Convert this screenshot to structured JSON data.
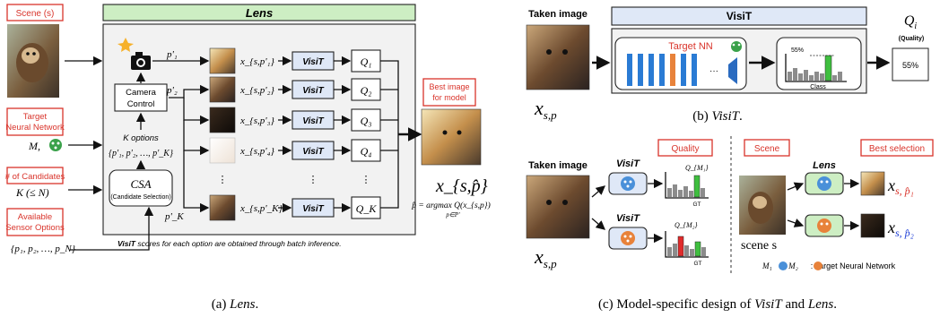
{
  "panel_a": {
    "title": "Lens",
    "scene_label": "Scene (s)",
    "target_label_1": "Target",
    "target_label_2": "Neural Network",
    "target_var": "M,",
    "candidates_label": "# of Candidates",
    "candidates_var": "K (≤ N)",
    "sensor_label_1": "Available",
    "sensor_label_2": "Sensor Options",
    "sensor_var": "{p₁, p₂, …, p_N}",
    "camera_control": [
      "Camera",
      "Control"
    ],
    "k_options": "K options",
    "k_options_set": "{p'₁, p'₂, …, p'_K}",
    "csa": "CSA",
    "csa_sub": "(Candidate Selection)",
    "options": [
      "p'₁",
      "p'₂",
      "p'_K"
    ],
    "x_labels": [
      "x_{s,p'₁}",
      "x_{s,p'₂}",
      "x_{s,p'₃}",
      "x_{s,p'₄}",
      "x_{s,p'_K}"
    ],
    "visit_label": "VisiT",
    "q_labels": [
      "Q₁",
      "Q₂",
      "Q₃",
      "Q₄",
      "Q_K"
    ],
    "best_label_1": "Best image",
    "best_label_2": "for model",
    "result": "x_{s,p̂}",
    "argmax": "p̂ = argmax Q(x_{s,p})",
    "argmax_sub": "p∈P'",
    "footnote_em": "VisiT",
    "footnote_rest": " scores for each option are obtained through batch inference.",
    "caption_em": "Lens",
    "caption_pre": "(a) "
  },
  "panel_b": {
    "taken_image": "Taken image",
    "visit_title": "VisiT",
    "target_nn": "Target NN",
    "bar_pct": "55%",
    "class_label": "Class",
    "q_label": "Q",
    "q_sub": "i",
    "quality_label": "(Quality)",
    "q_value": "55%",
    "x_label": "x",
    "x_sub": "s,p",
    "caption_pre": "(b) ",
    "caption_em": "VisiT",
    "caption_post": "."
  },
  "panel_c": {
    "taken_image": "Taken image",
    "quality": "Quality",
    "visit_label": "VisiT",
    "qm1": "Q_{M₁}",
    "qm2": "Q_{M₂}",
    "gt": "GT",
    "x_label": "x",
    "x_sub": "s,p",
    "scene": "Scene",
    "lens_label": "Lens",
    "best_selection": "Best selection",
    "res1": "x",
    "res1_sub": "s, p̂₁",
    "res2": "x",
    "res2_sub": "s, p̂₂",
    "scene_s": "scene s",
    "legend_m1": "M₁",
    "legend_m2": ", M₂",
    "legend_rest": ": Target Neural Network",
    "caption_pre": "(c) Model-specific design of ",
    "caption_em1": "VisiT",
    "caption_mid": " and ",
    "caption_em2": "Lens",
    "caption_post": "."
  },
  "colors": {
    "red": "#d9342b",
    "lens_header": "#cdeec3",
    "visit_fill": "#dfe8f7",
    "nn_blue": "#2a7bd4",
    "nn_orange": "#e8823a",
    "bar_green": "#3fbf3f",
    "bar_red": "#e02b2b",
    "blue_text": "#1f3fd6"
  }
}
